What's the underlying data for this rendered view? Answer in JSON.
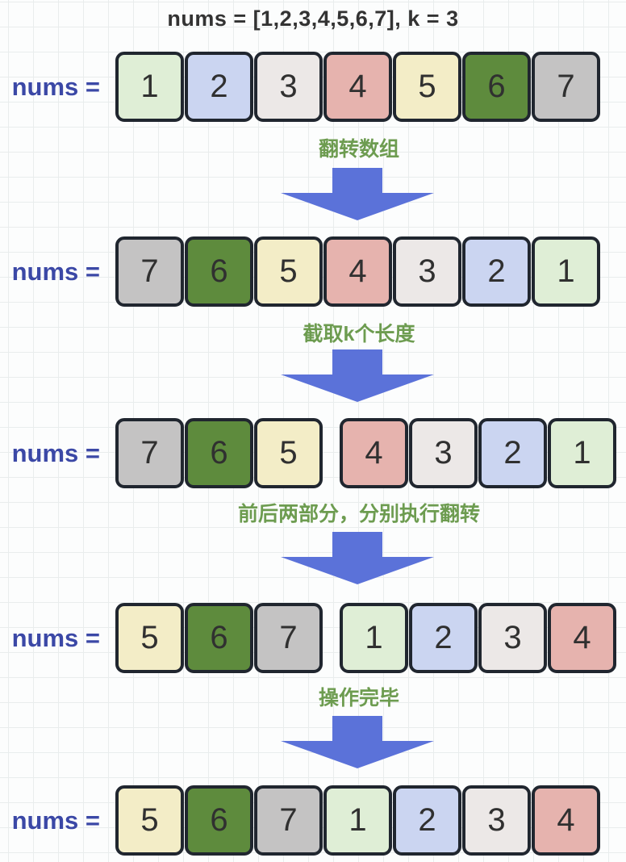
{
  "title": "nums = [1,2,3,4,5,6,7], k = 3",
  "rows": [
    {
      "label": "nums =",
      "groups": [
        [
          1,
          2,
          3,
          4,
          5,
          6,
          7
        ]
      ]
    },
    {
      "label": "nums =",
      "groups": [
        [
          7,
          6,
          5,
          4,
          3,
          2,
          1
        ]
      ]
    },
    {
      "label": "nums =",
      "groups": [
        [
          7,
          6,
          5
        ],
        [
          4,
          3,
          2,
          1
        ]
      ]
    },
    {
      "label": "nums =",
      "groups": [
        [
          5,
          6,
          7
        ],
        [
          1,
          2,
          3,
          4
        ]
      ]
    },
    {
      "label": "nums =",
      "groups": [
        [
          5,
          6,
          7,
          1,
          2,
          3,
          4
        ]
      ]
    }
  ],
  "steps": [
    {
      "caption": "翻转数组"
    },
    {
      "caption": "截取k个长度"
    },
    {
      "caption": "前后两部分，分别执行翻转"
    },
    {
      "caption": "操作完毕"
    }
  ],
  "value_colors": {
    "1": "#dfeed6",
    "2": "#cbd5f1",
    "3": "#ece8e7",
    "4": "#e6b3ae",
    "5": "#f3edc7",
    "6": "#5e8b3d",
    "7": "#c4c3c3"
  },
  "colors": {
    "background": "#fcfdfd",
    "grid_line": "#e9eded",
    "title_text": "#333333",
    "nums_label": "#3b48a6",
    "caption_green": "#6d9c50",
    "arrow_blue": "#5b72d9",
    "cell_border": "#20262f",
    "cell_text": "#303030"
  }
}
